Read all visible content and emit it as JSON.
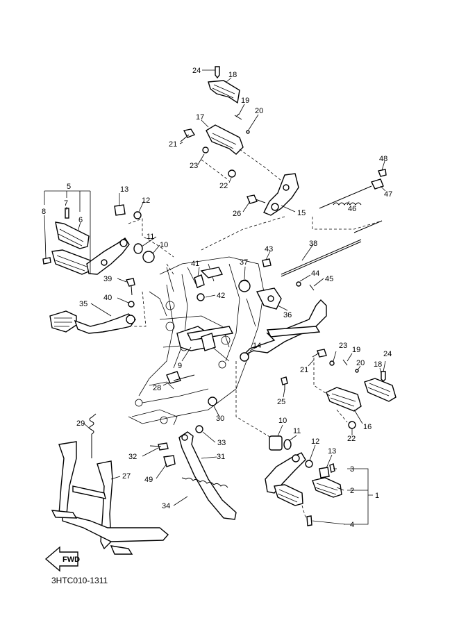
{
  "diagram": {
    "code": "3HTC010-1311",
    "fwd_label": "FWD",
    "callouts": [
      {
        "id": "c1",
        "text": "1"
      },
      {
        "id": "c2",
        "text": "2"
      },
      {
        "id": "c3",
        "text": "3"
      },
      {
        "id": "c4",
        "text": "4"
      },
      {
        "id": "c5",
        "text": "5"
      },
      {
        "id": "c6",
        "text": "6"
      },
      {
        "id": "c7",
        "text": "7"
      },
      {
        "id": "c8",
        "text": "8"
      },
      {
        "id": "c9",
        "text": "9"
      },
      {
        "id": "c10a",
        "text": "10"
      },
      {
        "id": "c10b",
        "text": "10"
      },
      {
        "id": "c11a",
        "text": "11"
      },
      {
        "id": "c11b",
        "text": "11"
      },
      {
        "id": "c12a",
        "text": "12"
      },
      {
        "id": "c12b",
        "text": "12"
      },
      {
        "id": "c13a",
        "text": "13"
      },
      {
        "id": "c13b",
        "text": "13"
      },
      {
        "id": "c14",
        "text": "14"
      },
      {
        "id": "c15",
        "text": "15"
      },
      {
        "id": "c16",
        "text": "16"
      },
      {
        "id": "c17",
        "text": "17"
      },
      {
        "id": "c18a",
        "text": "18"
      },
      {
        "id": "c18b",
        "text": "18"
      },
      {
        "id": "c19a",
        "text": "19"
      },
      {
        "id": "c19b",
        "text": "19"
      },
      {
        "id": "c20a",
        "text": "20"
      },
      {
        "id": "c20b",
        "text": "20"
      },
      {
        "id": "c21a",
        "text": "21"
      },
      {
        "id": "c21b",
        "text": "21"
      },
      {
        "id": "c22a",
        "text": "22"
      },
      {
        "id": "c22b",
        "text": "22"
      },
      {
        "id": "c23a",
        "text": "23"
      },
      {
        "id": "c23b",
        "text": "23"
      },
      {
        "id": "c24a",
        "text": "24"
      },
      {
        "id": "c24b",
        "text": "24"
      },
      {
        "id": "c25",
        "text": "25"
      },
      {
        "id": "c26",
        "text": "26"
      },
      {
        "id": "c27",
        "text": "27"
      },
      {
        "id": "c28",
        "text": "28"
      },
      {
        "id": "c29",
        "text": "29"
      },
      {
        "id": "c30",
        "text": "30"
      },
      {
        "id": "c31",
        "text": "31"
      },
      {
        "id": "c32",
        "text": "32"
      },
      {
        "id": "c33",
        "text": "33"
      },
      {
        "id": "c34",
        "text": "34"
      },
      {
        "id": "c35",
        "text": "35"
      },
      {
        "id": "c36",
        "text": "36"
      },
      {
        "id": "c37",
        "text": "37"
      },
      {
        "id": "c38",
        "text": "38"
      },
      {
        "id": "c39",
        "text": "39"
      },
      {
        "id": "c40",
        "text": "40"
      },
      {
        "id": "c41",
        "text": "41"
      },
      {
        "id": "c42",
        "text": "42"
      },
      {
        "id": "c43",
        "text": "43"
      },
      {
        "id": "c44",
        "text": "44"
      },
      {
        "id": "c45",
        "text": "45"
      },
      {
        "id": "c46",
        "text": "46"
      },
      {
        "id": "c47",
        "text": "47"
      },
      {
        "id": "c48",
        "text": "48"
      },
      {
        "id": "c49",
        "text": "49"
      }
    ]
  }
}
